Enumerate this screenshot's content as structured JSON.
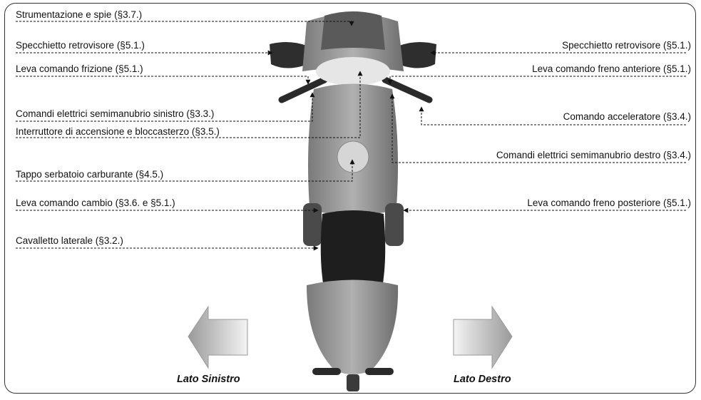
{
  "labels": {
    "strumentazione": "Strumentazione e spie (§3.7.)",
    "specchietto_sx": "Specchietto retrovisore (§5.1.)",
    "frizione": "Leva comando frizione (§5.1.)",
    "comandi_sx": "Comandi elettrici semimanubrio sinistro (§3.3.)",
    "interruttore": "Interruttore di accensione e bloccasterzo (§3.5.)",
    "tappo": "Tappo serbatoio carburante (§4.5.)",
    "cambio": "Leva comando cambio (§3.6. e §5.1.)",
    "cavalletto": "Cavalletto laterale (§3.2.)",
    "specchietto_dx": "Specchietto retrovisore (§5.1.)",
    "freno_ant": "Leva comando freno anteriore (§5.1.)",
    "acceleratore": "Comando acceleratore (§3.4.)",
    "comandi_dx": "Comandi elettrici semimanubrio destro (§3.4.)",
    "freno_post": "Leva comando freno posteriore (§5.1.)"
  },
  "sides": {
    "left": "Lato Sinistro",
    "right": "Lato Destro"
  }
}
